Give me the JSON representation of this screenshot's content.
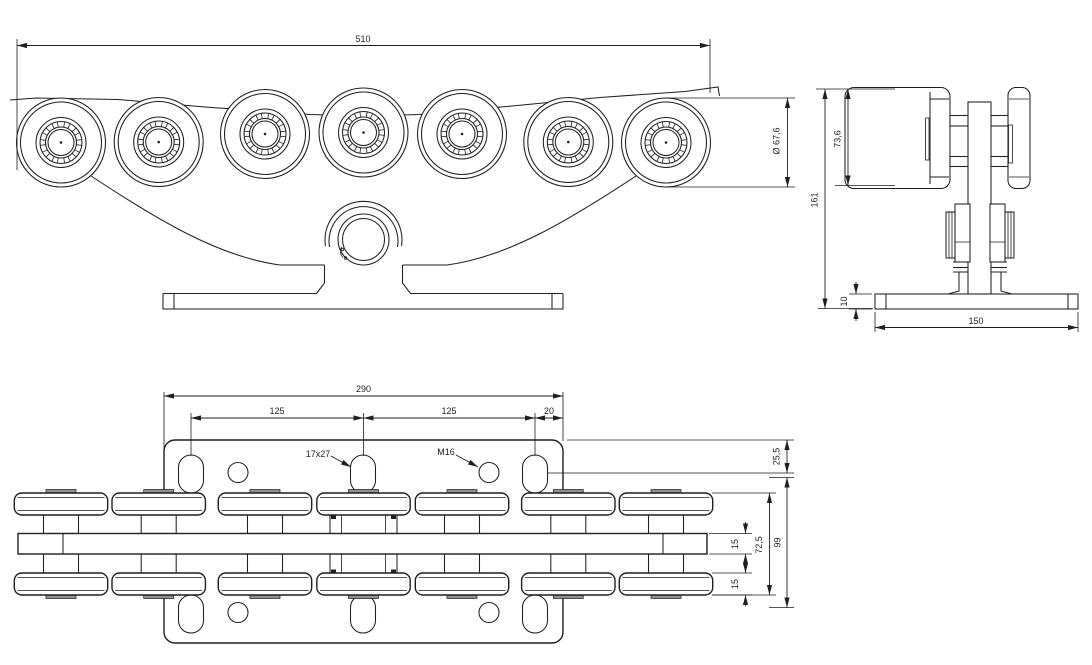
{
  "colors": {
    "background": "#ffffff",
    "line": "#1f1f1f",
    "tab": "#8f8f8f"
  },
  "front_view": {
    "overall_width": "510",
    "roller_diameter": "Ø 67,6"
  },
  "side_view": {
    "roller_zone_height": "73,6",
    "total_height": "161",
    "base_plate_thickness": "10",
    "base_width": "150"
  },
  "plan_view": {
    "plate_width": "290",
    "slot_spacing_left": "125",
    "slot_spacing_right": "125",
    "edge_offset": "20",
    "slot_size": "17x27",
    "thread_size": "M16",
    "top_edge_offset": "25,5",
    "overall_height": "99",
    "rollers_span": "72,5",
    "plate_thickness": "15",
    "roller_width": "15"
  }
}
